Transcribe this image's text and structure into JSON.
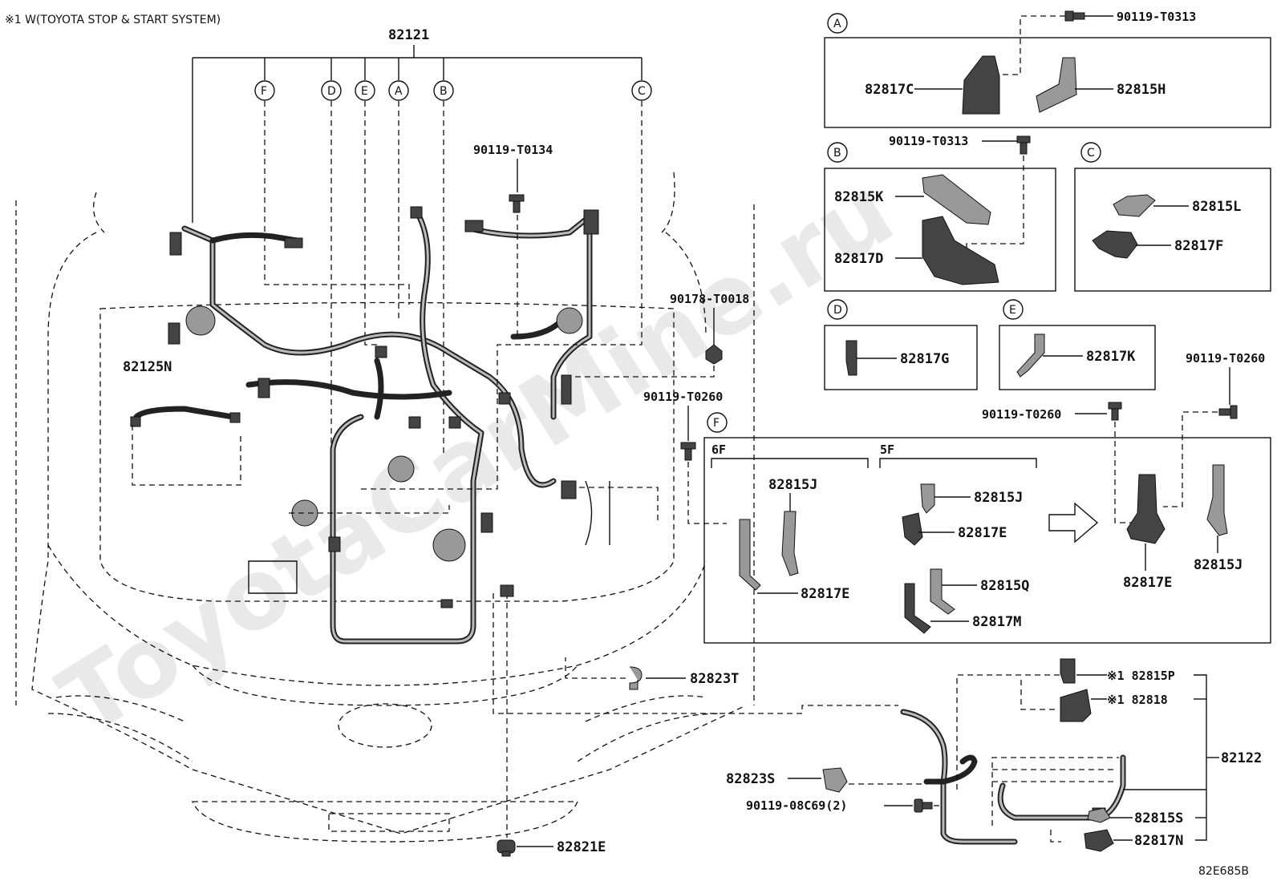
{
  "header_note": "※1 W(TOYOTA STOP & START SYSTEM)",
  "main_part": "82121",
  "circle_labels": {
    "A": "A",
    "B": "B",
    "C": "C",
    "D": "D",
    "E": "E",
    "F": "F"
  },
  "parts": {
    "p90119_T0134": "90119-T0134",
    "p90178_T0018": "90178-T0018",
    "p90119_T0260_center": "90119-T0260",
    "p82125N": "82125N",
    "p82823T": "82823T",
    "p82823S": "82823S",
    "p90119_08C69": "90119-08C69(2)",
    "p82821E": "82821E",
    "p82815P": "※1 82815P",
    "p82818": "※1  82818",
    "p82122": "82122",
    "p82815S": "82815S",
    "p82817N": "82817N"
  },
  "box_A": {
    "screw": "90119-T0313",
    "left": "82817C",
    "right": "82815H"
  },
  "box_B": {
    "screw": "90119-T0313",
    "upper": "82815K",
    "lower": "82817D"
  },
  "box_C": {
    "upper": "82815L",
    "lower": "82817F"
  },
  "box_D": {
    "part": "82817G"
  },
  "box_E": {
    "part": "82817K"
  },
  "box_F": {
    "screw_mid": "90119-T0260",
    "screw_right": "90119-T0260",
    "group_6F": "6F",
    "group_5F": "5F",
    "f6_upper": "82815J",
    "f6_lower": "82817E",
    "f5_a": "82815J",
    "f5_b": "82817E",
    "f5_c": "82815Q",
    "f5_d": "82817M",
    "after_left": "82817E",
    "after_right": "82815J"
  },
  "figure_code": "82E685B",
  "watermark": "ToyotaCarMine.ru",
  "colors": {
    "ink": "#111111",
    "background": "#ffffff",
    "watermark": "#e9e9e9"
  }
}
